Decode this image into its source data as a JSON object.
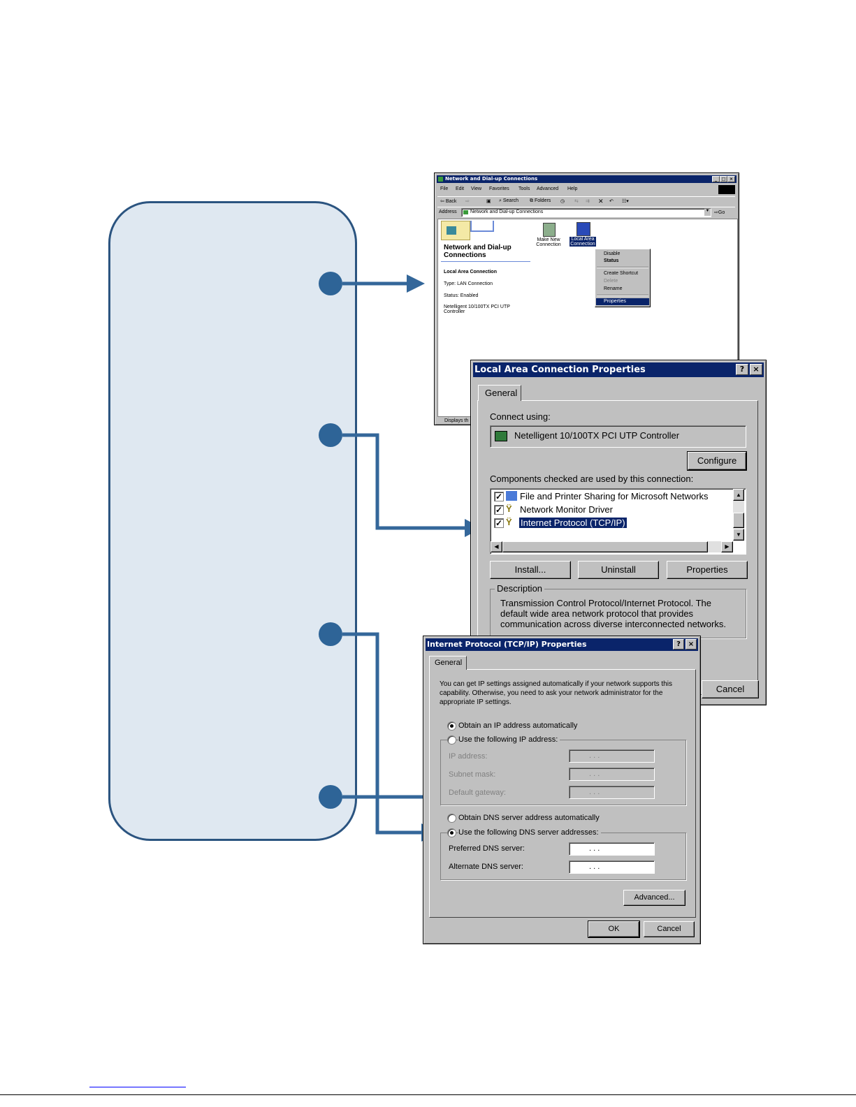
{
  "network_window": {
    "title": "Network and Dial-up Connections",
    "menu": [
      "File",
      "Edit",
      "View",
      "Favorites",
      "Tools",
      "Advanced",
      "Help"
    ],
    "toolbar": {
      "back": "Back",
      "search": "Search",
      "folders": "Folders"
    },
    "address_label": "Address",
    "address_value": "Network and Dial-up Connections",
    "go_label": "Go",
    "folder_heading": "Network and Dial-up Connections",
    "info_title": "Local Area Connection",
    "info_type": "Type: LAN Connection",
    "info_status": "Status: Enabled",
    "info_device": "Netelligent 10/100TX PCI UTP Controller",
    "icons": {
      "make_new": "Make New Connection",
      "local_area": "Local Area Connection"
    },
    "context_menu": [
      "Disable",
      "Status",
      "Create Shortcut",
      "Delete",
      "Rename",
      "Properties"
    ],
    "statusbar": "Displays th"
  },
  "lac_dialog": {
    "title": "Local Area Connection Properties",
    "tab": "General",
    "connect_using_label": "Connect using:",
    "adapter": "Netelligent 10/100TX PCI UTP Controller",
    "configure_button": "Configure",
    "components_label": "Components checked are used by this connection:",
    "components": [
      "File and Printer Sharing for Microsoft Networks",
      "Network Monitor Driver",
      "Internet Protocol (TCP/IP)"
    ],
    "install_button": "Install...",
    "uninstall_button": "Uninstall",
    "properties_button": "Properties",
    "description_label": "Description",
    "description_text": "Transmission Control Protocol/Internet Protocol. The default wide area network protocol that provides communication across diverse interconnected networks.",
    "cancel_button": "Cancel"
  },
  "tcpip_dialog": {
    "title": "Internet Protocol (TCP/IP) Properties",
    "tab": "General",
    "intro": "You can get IP settings assigned automatically if your network supports this capability. Otherwise, you need to ask your network administrator for the appropriate IP settings.",
    "obtain_ip": "Obtain an IP address automatically",
    "use_ip": "Use the following IP address:",
    "ip_address": "IP address:",
    "subnet_mask": "Subnet mask:",
    "default_gateway": "Default gateway:",
    "obtain_dns": "Obtain DNS server address automatically",
    "use_dns": "Use the following DNS server addresses:",
    "preferred_dns": "Preferred DNS server:",
    "alternate_dns": "Alternate DNS server:",
    "ip_placeholder": ".      .      .",
    "advanced_button": "Advanced...",
    "ok_button": "OK",
    "cancel_button": "Cancel"
  },
  "colors": {
    "callout_fill": "#dfe8f1",
    "callout_border": "#2b5480",
    "arrow": "#34679a"
  }
}
